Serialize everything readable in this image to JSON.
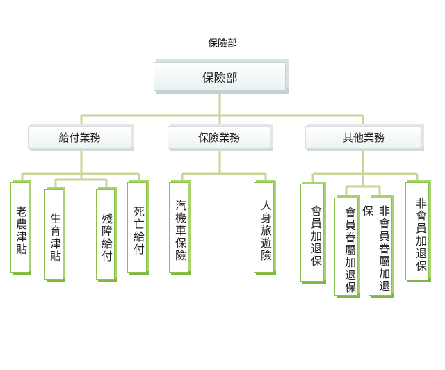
{
  "diagram": {
    "caption": "保險部",
    "root": {
      "label": "保險部"
    },
    "groups": [
      {
        "label": "給付業務",
        "children": [
          "老農津貼",
          "生育津貼",
          "殘障給付",
          "死亡給付"
        ]
      },
      {
        "label": "保險業務",
        "children": [
          "汽機車保險",
          "人身旅遊險"
        ]
      },
      {
        "label": "其他業務",
        "children": [
          "會員加退保",
          "會員眷屬加退保",
          "非會員眷屬加退保",
          "非會員加退保"
        ]
      }
    ]
  },
  "colors": {
    "connector": "#c9d39a",
    "leaf_border": "#8ac24a",
    "box_fill": "#eef3f3"
  }
}
